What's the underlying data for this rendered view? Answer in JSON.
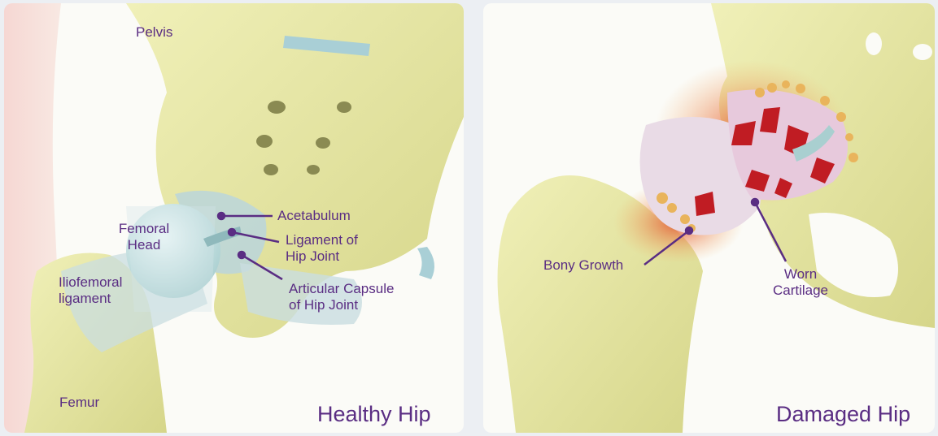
{
  "healthy": {
    "title": "Healthy Hip",
    "labels": {
      "pelvis": "Pelvis",
      "femoral_head_1": "Femoral",
      "femoral_head_2": "Head",
      "iliofemoral_1": "Iliofemoral",
      "iliofemoral_2": "ligament",
      "femur": "Femur",
      "acetabulum": "Acetabulum",
      "ligament_1": "Ligament of",
      "ligament_2": "Hip Joint",
      "capsule_1": "Articular Capsule",
      "capsule_2": "of Hip Joint"
    }
  },
  "damaged": {
    "title": "Damaged Hip",
    "labels": {
      "bony_growth": "Bony Growth",
      "worn_1": "Worn",
      "worn_2": "Cartilage"
    }
  },
  "colors": {
    "label": "#5a2d83",
    "bone": "#e6e6a0",
    "cartilage": "#cfe6e6",
    "inflamed": "#d9352b"
  }
}
